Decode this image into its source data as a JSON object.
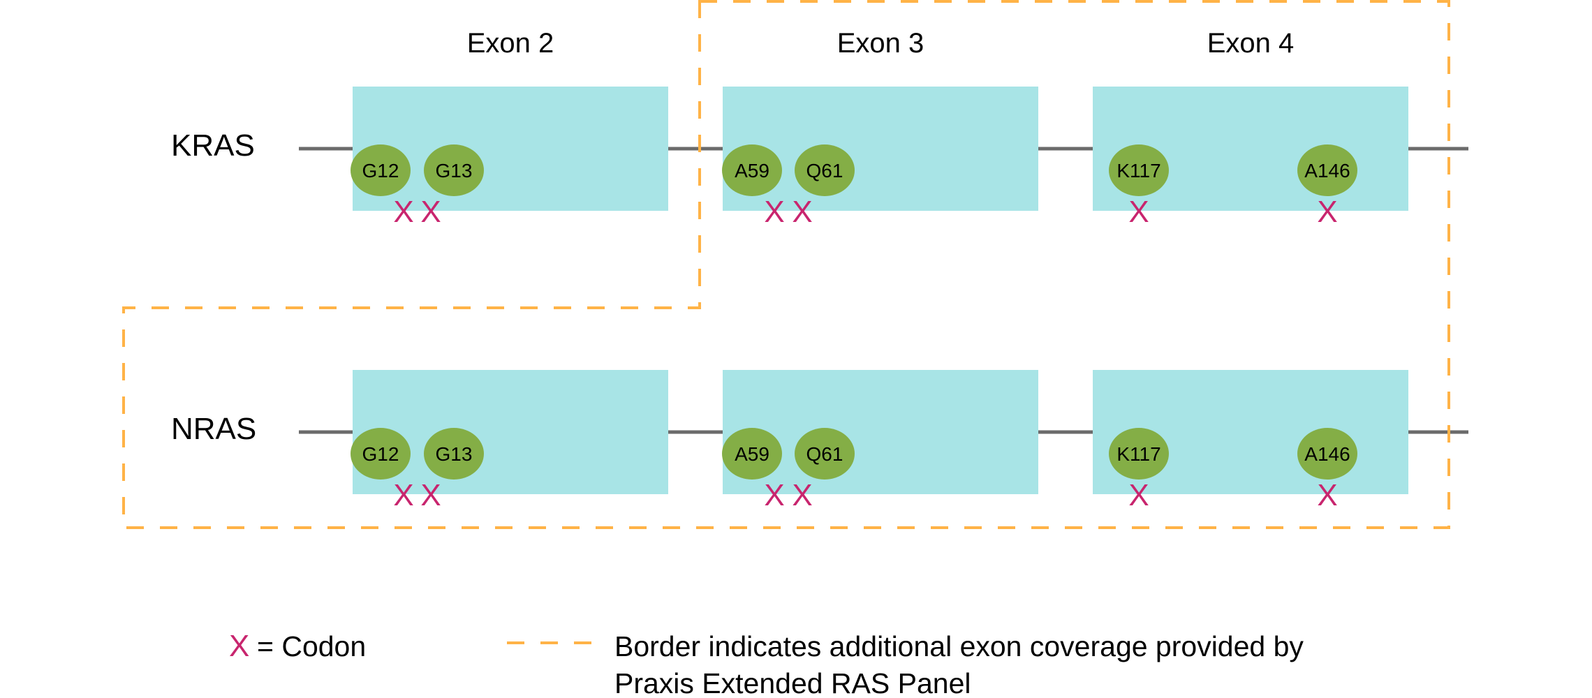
{
  "colors": {
    "exon_box": "#A8E4E6",
    "codon_ellipse": "#84AE46",
    "codon_mark": "#C8256E",
    "gene_line": "#6B6B6B",
    "coverage_border": "#FFB347",
    "text": "#000000"
  },
  "exon_headers": [
    "Exon 2",
    "Exon 3",
    "Exon 4"
  ],
  "genes": [
    {
      "name": "KRAS",
      "exons": [
        {
          "label": "Exon 2",
          "codons": [
            "G12",
            "G13"
          ]
        },
        {
          "label": "Exon 3",
          "codons": [
            "A59",
            "Q61"
          ]
        },
        {
          "label": "Exon 4",
          "codons": [
            "K117",
            "A146"
          ]
        }
      ]
    },
    {
      "name": "NRAS",
      "exons": [
        {
          "label": "Exon 2",
          "codons": [
            "G12",
            "G13"
          ]
        },
        {
          "label": "Exon 3",
          "codons": [
            "A59",
            "Q61"
          ]
        },
        {
          "label": "Exon 4",
          "codons": [
            "K117",
            "A146"
          ]
        }
      ]
    }
  ],
  "codon_mark_glyph": "X",
  "coverage_border": {
    "meaning": "additional exon coverage",
    "covers": {
      "KRAS": [
        "Exon 3",
        "Exon 4"
      ],
      "NRAS": [
        "Exon 2",
        "Exon 3",
        "Exon 4"
      ]
    }
  },
  "legend": {
    "codon_symbol": "X",
    "codon_text": "= Codon",
    "border_text_line1": "Border indicates additional exon coverage provided by",
    "border_text_line2": "Praxis Extended RAS Panel"
  }
}
